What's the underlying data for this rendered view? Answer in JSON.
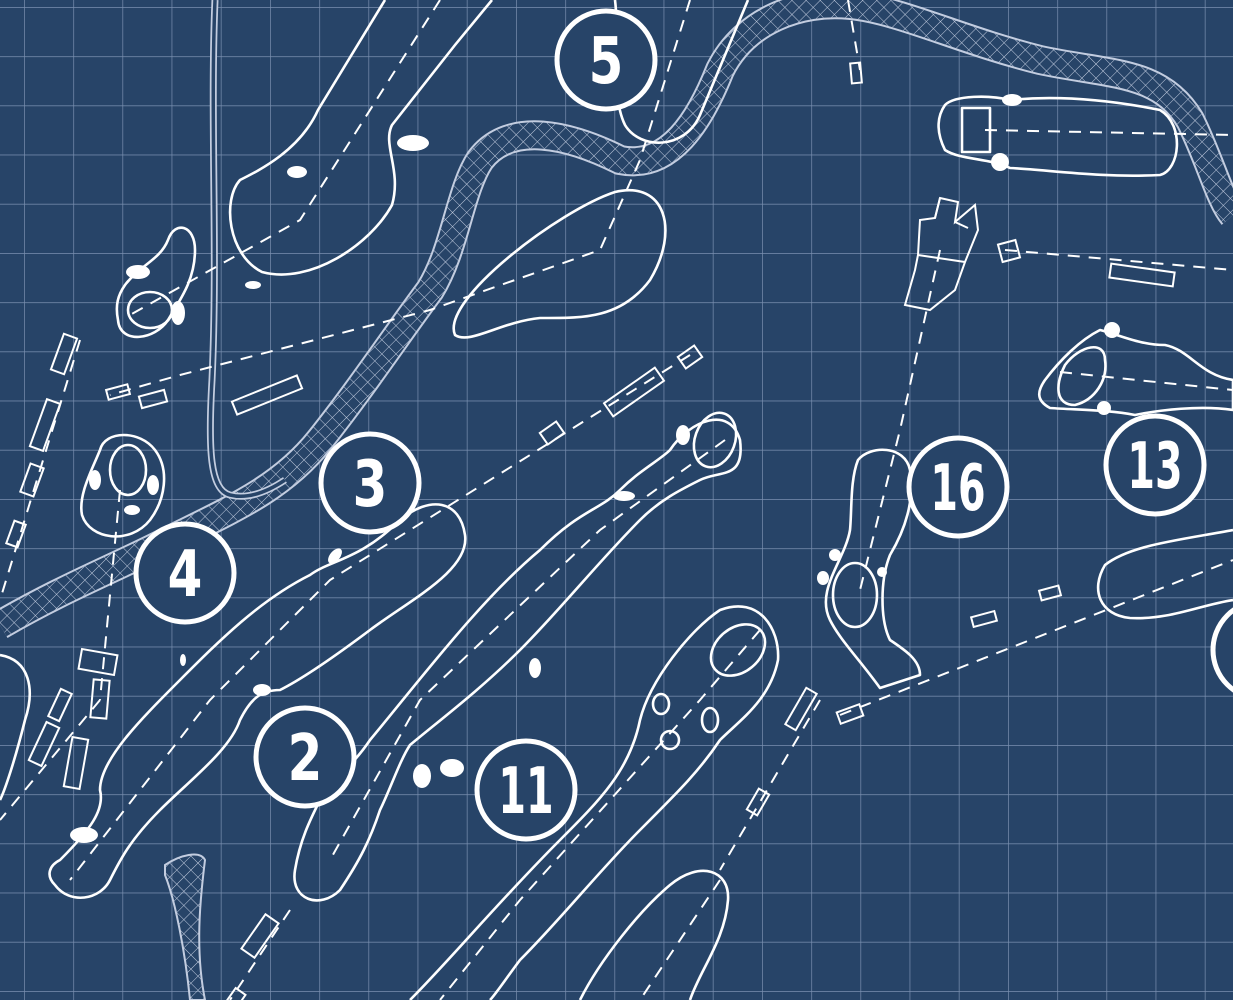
{
  "map": {
    "colors": {
      "background": "#274468",
      "grid": "#8fa3c2",
      "lines": "#ffffff",
      "creek": "#c3cde0"
    },
    "holes": [
      {
        "number": "5"
      },
      {
        "number": "3"
      },
      {
        "number": "4"
      },
      {
        "number": "2"
      },
      {
        "number": "11"
      },
      {
        "number": "16"
      },
      {
        "number": "13"
      }
    ]
  }
}
